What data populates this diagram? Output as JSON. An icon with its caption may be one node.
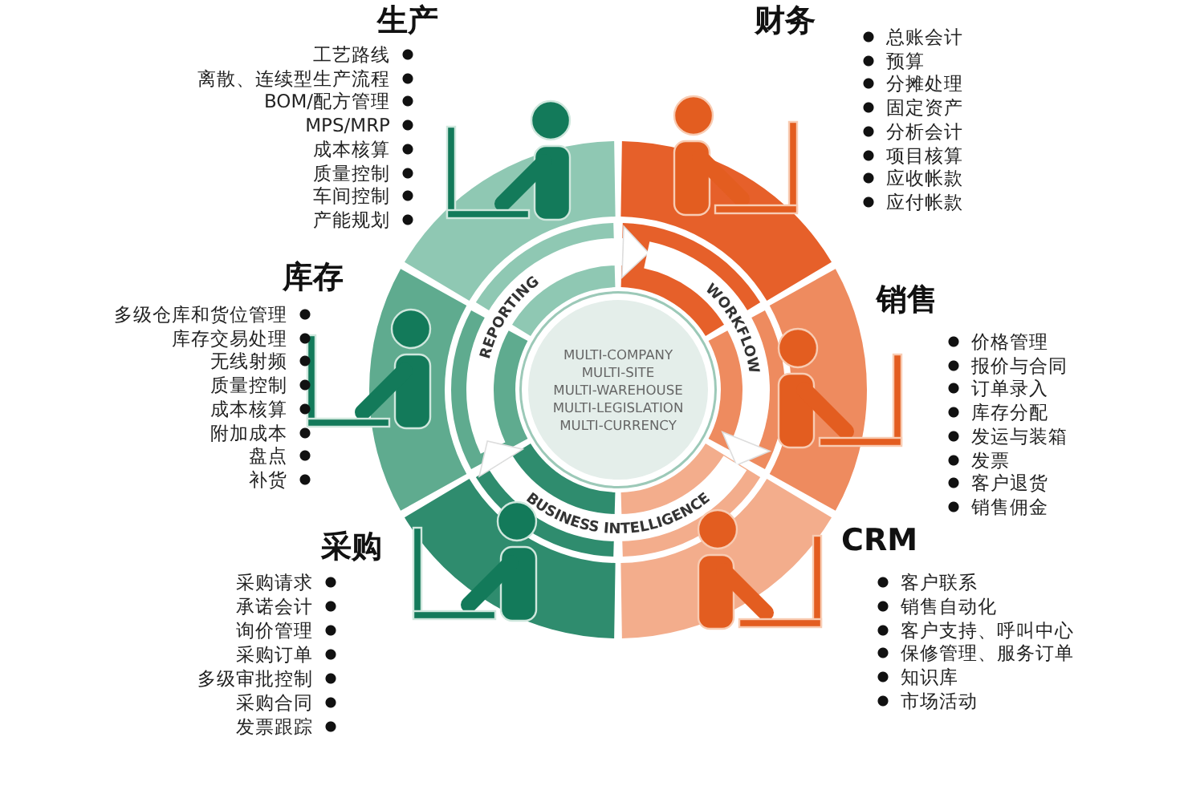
{
  "diagram": {
    "nodes": [
      {
        "text": [],
        "shape": "sector"
      },
      {
        "text": [],
        "shape": "sector"
      },
      {
        "text": [],
        "shape": "sector"
      },
      {
        "text": [],
        "shape": "sector"
      },
      {
        "text": [],
        "shape": "sector"
      },
      {
        "text": [],
        "shape": "sector"
      },
      {
        "text": [
          "MULTI-COMPANY",
          "MULTI-SITE",
          "MULTI-WAREHOUSE",
          "MULTI-LEGISLATION",
          "MULTI-CURRENCY"
        ]
      }
    ],
    "labels": [
      "生产",
      "工艺路线",
      "离散、连续型生产流程",
      "BOM/配方管理",
      "MPS/MRP",
      "成本核算",
      "质量控制",
      "车间控制",
      "产能规划",
      "财务",
      "总账会计",
      "预算",
      "分摊处理",
      "固定资产",
      "分析会计",
      "项目核算",
      "应收帐款",
      "应付帐款",
      "库存",
      "多级仓库和货位管理",
      "库存交易处理",
      "无线射频",
      "质量控制",
      "成本核算",
      "附加成本",
      "盘点",
      "补货",
      "销售",
      "价格管理",
      "报价与合同",
      "订单录入",
      "库存分配",
      "发运与装箱",
      "发票",
      "客户退货",
      "销售佣金",
      "采购",
      "采购请求",
      "承诺会计",
      "询价管理",
      "采购订单",
      "多级审批控制",
      "采购合同",
      "发票跟踪",
      "CRM",
      "客户联系",
      "销售自动化",
      "客户支持、呼叫中心",
      "保修管理、服务订单",
      "知识库",
      "市场活动",
      "REPORTING",
      "WORKFLOW",
      "BUSINESS INTELLIGENCE"
    ]
  }
}
